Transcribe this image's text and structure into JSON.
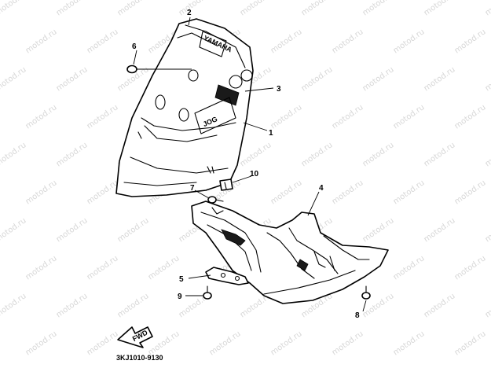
{
  "diagram": {
    "watermark_text": "motod.ru",
    "drawing_code": "3KJ1010-9130",
    "fwd_label": "FWD",
    "brand_label": "YAMAHA",
    "model_badge": "JOG",
    "callouts": [
      {
        "id": "c1",
        "label": "1"
      },
      {
        "id": "c2",
        "label": "2"
      },
      {
        "id": "c3",
        "label": "3"
      },
      {
        "id": "c4",
        "label": "4"
      },
      {
        "id": "c5",
        "label": "5"
      },
      {
        "id": "c6",
        "label": "6"
      },
      {
        "id": "c7",
        "label": "7"
      },
      {
        "id": "c8",
        "label": "8"
      },
      {
        "id": "c9",
        "label": "9"
      },
      {
        "id": "c10",
        "label": "10"
      }
    ]
  }
}
